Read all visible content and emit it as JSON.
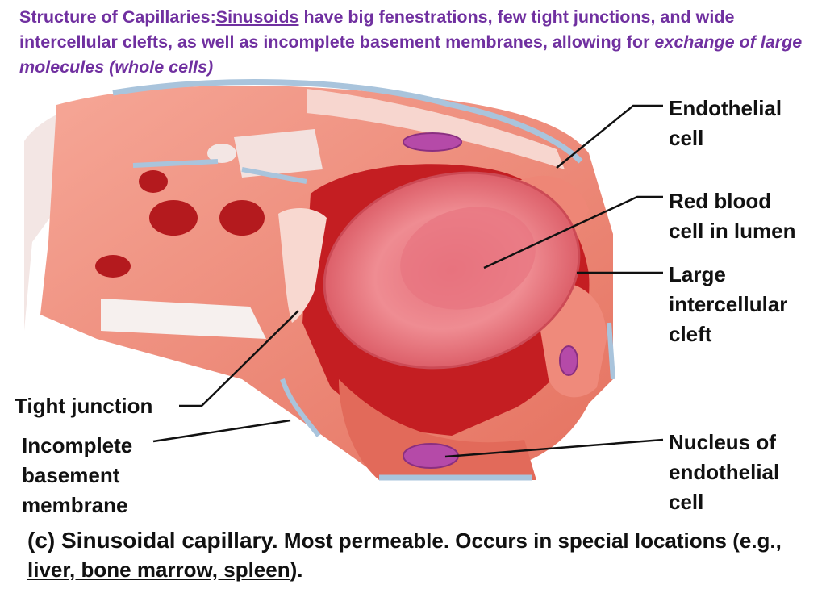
{
  "header": {
    "part1": "Structure of Capillaries:",
    "sinusoids": "Sinusoids",
    "part2": " have big fenestrations, few tight junctions, and wide intercellular clefts, as well as incomplete basement membranes, allowing for ",
    "italic": "exchange of large molecules (whole cells)"
  },
  "labels": {
    "endothelial_cell": [
      "Endothelial",
      "cell"
    ],
    "red_blood_cell": [
      "Red blood",
      "cell in lumen"
    ],
    "large_cleft": [
      "Large",
      "intercellular",
      "cleft"
    ],
    "tight_junction": "Tight junction",
    "incomplete_bm": [
      "Incomplete",
      "basement",
      "membrane"
    ],
    "nucleus": [
      "Nucleus of",
      "endothelial",
      "cell"
    ]
  },
  "caption": {
    "title": "(c) Sinusoidal capillary.",
    "text1": " Most permeable. Occurs in special locations (e.g., ",
    "locations": "liver, bone marrow, spleen",
    "text2": ")."
  },
  "colors": {
    "header_text": "#7030a0",
    "cell_wall": "#f08c7a",
    "lumen": "#c41e22",
    "rbc": "#e8707a",
    "membrane": "#a9c4dc",
    "nucleus": "#b54aa8"
  }
}
